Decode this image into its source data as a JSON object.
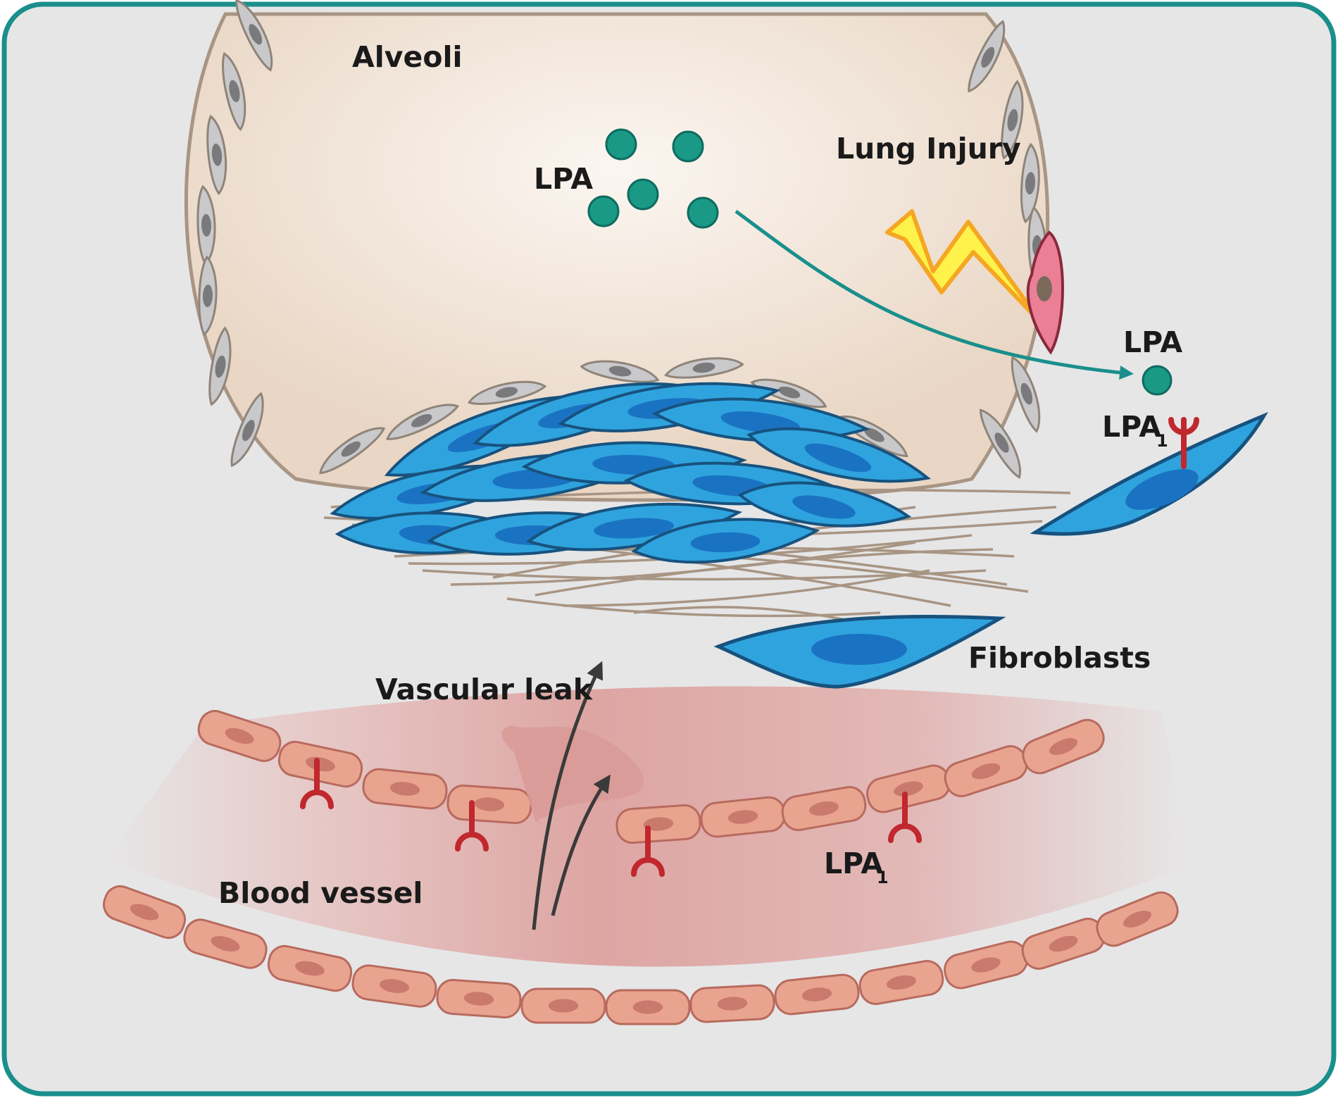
{
  "labels": {
    "alveoli": "Alveoli",
    "lung_injury": "Lung Injury",
    "lpa_alveolar": "LPA",
    "lpa_released": "LPA",
    "lpa1_fibroblast": "LPA",
    "lpa1_fibroblast_sub": "1",
    "fibroblasts": "Fibroblasts",
    "vascular_leak": "Vascular leak",
    "blood_vessel": "Blood vessel",
    "lpa1_vessel": "LPA",
    "lpa1_vessel_sub": "1"
  },
  "colors": {
    "background": "#e6e6e7",
    "frame": "#1a8f8c",
    "alveolus_fill": "#eedfd0",
    "epithelial_cell": "#c9c9cb",
    "fibroblast": "#2fa3de",
    "fibroblast_nucleus": "#1a73c2",
    "lpa": "#1a9987",
    "receptor": "#c0282e",
    "endothelial_cell": "#e9a490",
    "vessel_interior": "#dfa7a4",
    "lightning": "#fff24a",
    "injured_cell": "#ea7f95",
    "collagen": "#a89583"
  },
  "icons": [
    "lightning-bolt-icon",
    "lpa-receptor-icon"
  ]
}
